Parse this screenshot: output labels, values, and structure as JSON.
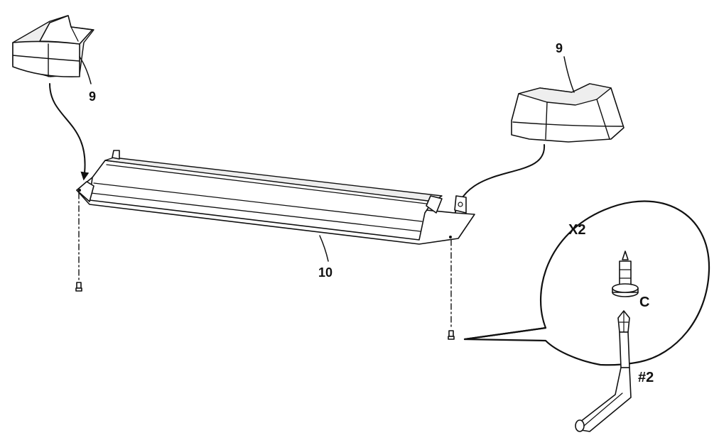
{
  "labels": {
    "cap_left": "9",
    "cap_right": "9",
    "base": "10",
    "quantity": "X2",
    "screw": "C",
    "driver": "#2"
  },
  "colors": {
    "ink": "#111111",
    "paper": "#ffffff",
    "shade": "#eeeeee"
  }
}
